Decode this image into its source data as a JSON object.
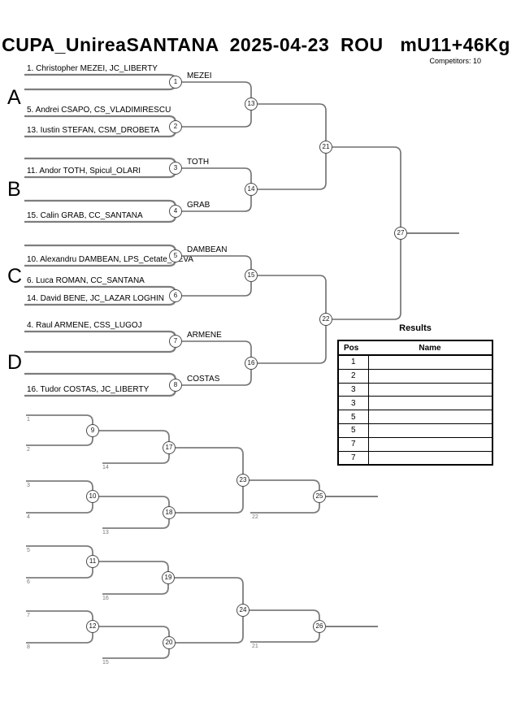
{
  "title": "CUPA_UnireaSANTANA  2025-04-23  ROU   mU11+46Kg",
  "competitors": "Competitors: 10",
  "bracket": {
    "sections": [
      {
        "label": "A",
        "slots": [
          "1. Christopher MEZEI, JC_LIBERTY",
          "",
          "5. Andrei CSAPO, CS_VLADIMIRESCU",
          "13. Iustin STEFAN, CSM_DROBETA"
        ],
        "matches": [
          {
            "no": "1",
            "winner": "MEZEI"
          },
          {
            "no": "2",
            "winner": ""
          }
        ]
      },
      {
        "label": "B",
        "slots": [
          "",
          "11. Andor TOTH, Spicul_OLARI",
          "",
          "15. Calin GRAB, CC_SANTANA"
        ],
        "matches": [
          {
            "no": "3",
            "winner": "TOTH"
          },
          {
            "no": "4",
            "winner": "GRAB"
          }
        ]
      },
      {
        "label": "C",
        "slots": [
          "",
          "10. Alexandru DAMBEAN, LPS_Cetate_DEVA",
          "6. Luca ROMAN, CC_SANTANA",
          "14. David BENE, JC_LAZAR LOGHIN"
        ],
        "matches": [
          {
            "no": "5",
            "winner": "DAMBEAN"
          },
          {
            "no": "6",
            "winner": ""
          }
        ]
      },
      {
        "label": "D",
        "slots": [
          "4. Raul ARMENE, CSS_LUGOJ",
          "",
          "",
          "16. Tudor COSTAS, JC_LIBERTY"
        ],
        "matches": [
          {
            "no": "7",
            "winner": "ARMENE"
          },
          {
            "no": "8",
            "winner": "COSTAS"
          }
        ]
      }
    ],
    "quarter_nodes": [
      "13",
      "14",
      "15",
      "16"
    ],
    "semi_nodes": [
      "21",
      "22"
    ],
    "final_node": "27"
  },
  "repechage": {
    "upper": {
      "feeders": [
        "1",
        "2",
        "14",
        "3",
        "4",
        "13",
        "22"
      ],
      "nodes": [
        "9",
        "17",
        "10",
        "18",
        "23",
        "25"
      ]
    },
    "lower": {
      "feeders": [
        "5",
        "6",
        "16",
        "7",
        "8",
        "15",
        "21"
      ],
      "nodes": [
        "11",
        "19",
        "12",
        "20",
        "24",
        "26"
      ]
    }
  },
  "results": {
    "title": "Results",
    "columns": {
      "pos": "Pos",
      "name": "Name"
    },
    "rows": [
      {
        "pos": "1",
        "name": ""
      },
      {
        "pos": "2",
        "name": ""
      },
      {
        "pos": "3",
        "name": ""
      },
      {
        "pos": "3",
        "name": ""
      },
      {
        "pos": "5",
        "name": ""
      },
      {
        "pos": "5",
        "name": ""
      },
      {
        "pos": "7",
        "name": ""
      },
      {
        "pos": "7",
        "name": ""
      }
    ]
  }
}
